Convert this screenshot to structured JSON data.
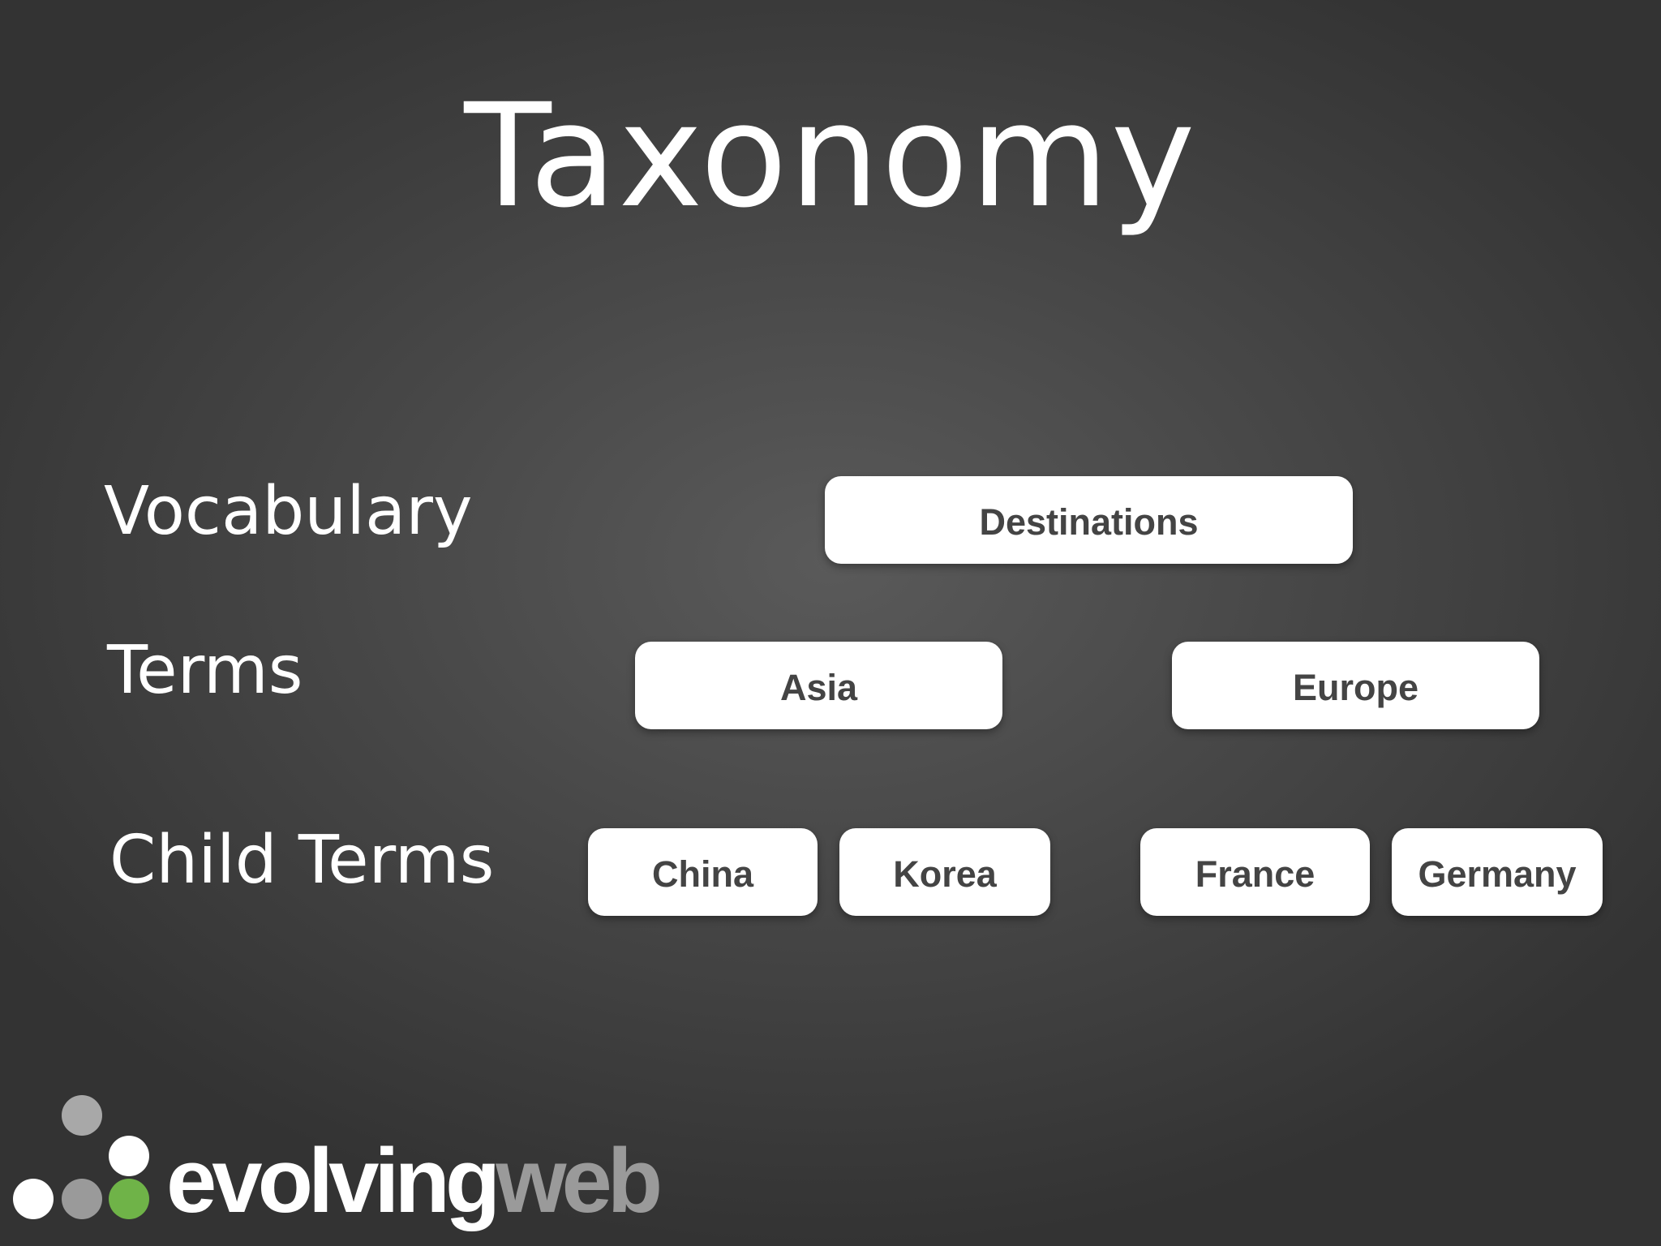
{
  "slide": {
    "title": "Taxonomy"
  },
  "rows": {
    "vocabulary_label": "Vocabulary",
    "terms_label": "Terms",
    "child_terms_label": "Child Terms"
  },
  "nodes": {
    "vocabulary": "Destinations",
    "terms": [
      "Asia",
      "Europe"
    ],
    "child_terms": [
      "China",
      "Korea",
      "France",
      "Germany"
    ]
  },
  "logo": {
    "word_primary": "evolving",
    "word_secondary": "web",
    "colors": {
      "white": "#ffffff",
      "gray": "#9a9a9a",
      "green": "#6fb348"
    }
  }
}
